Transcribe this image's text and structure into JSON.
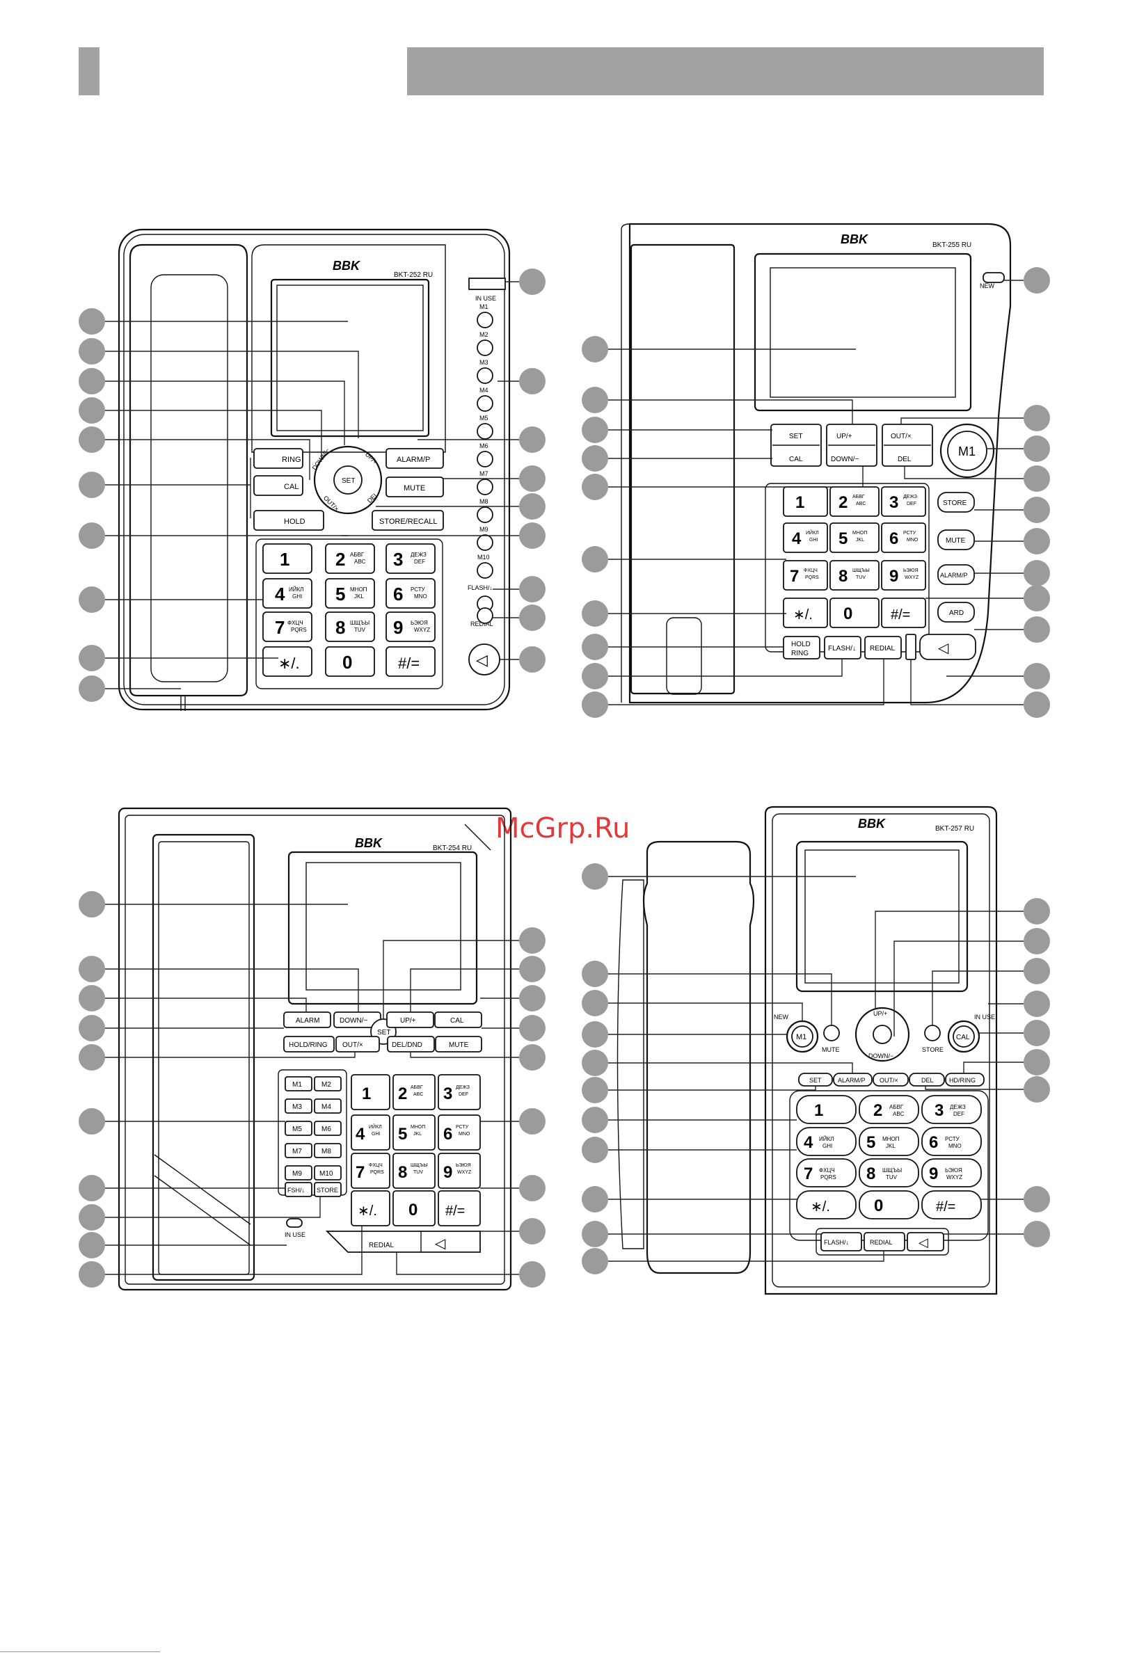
{
  "watermark": "McGrp.Ru",
  "keypad": {
    "k1": "1",
    "k2": "2",
    "k3": "3",
    "k4": "4",
    "k5": "5",
    "k6": "6",
    "k7": "7",
    "k8": "8",
    "k9": "9",
    "k0": "0",
    "l2": "АБВГ",
    "s2": "ABC",
    "l3": "ДЕЖЗ",
    "s3": "DEF",
    "l4": "ИЙКЛ",
    "s4": "GHI",
    "l5": "МНОП",
    "s5": "JKL",
    "l6": "РСТУ",
    "s6": "MNO",
    "l7": "ФХЦЧ",
    "s7": "PQRS",
    "l8": "ШЩЪЫ",
    "s8": "TUV",
    "l9": "ЬЭЮЯ",
    "s9": "WXYZ",
    "star": "∗/.",
    "hash": "#/="
  },
  "phones": {
    "bkt252": {
      "model": "BKT-252 RU",
      "brand": "BBK",
      "in_use": "IN USE",
      "memory": [
        "M1",
        "M2",
        "M3",
        "M4",
        "M5",
        "M6",
        "M7",
        "M8",
        "M9",
        "M10"
      ],
      "ring": "RING",
      "cal": "CAL",
      "hold": "HOLD",
      "down": "DOWN/−",
      "up": "UP/+",
      "out": "OUT/×",
      "del": "DEL",
      "set": "SET",
      "alarm": "ALARM/P",
      "mute": "MUTE",
      "store": "STORE/RECALL",
      "flash": "FLASH/↓",
      "redial": "REDIAL"
    },
    "bkt255": {
      "model": "BKT-255 RU",
      "brand": "BBK",
      "new": "NEW",
      "set": "SET",
      "up": "UP/+",
      "out": "OUT/×",
      "cal": "CAL",
      "down": "DOWN/−",
      "del": "DEL",
      "m1": "M1",
      "store": "STORE",
      "mute": "MUTE",
      "alarm": "ALARM/P",
      "ard": "ARD",
      "hold": "HOLD",
      "ring": "RING",
      "flash": "FLASH/↓",
      "redial": "REDIAL"
    },
    "bkt254": {
      "model": "BKT-254 RU",
      "brand": "BBK",
      "alarm": "ALARM",
      "down": "DOWN/−",
      "up": "UP/+",
      "cal": "CAL",
      "set": "SET",
      "hold": "HOLD/RING",
      "out": "OUT/×",
      "del": "DEL/DND",
      "mute": "MUTE",
      "memory": [
        "M1",
        "M2",
        "M3",
        "M4",
        "M5",
        "M6",
        "M7",
        "M8",
        "M9",
        "M10"
      ],
      "flash": "FSH/↓",
      "store": "STORE",
      "redial": "REDIAL",
      "in_use": "IN USE"
    },
    "bkt257": {
      "model": "BKT-257 RU",
      "brand": "BBK",
      "new": "NEW",
      "m1": "M1",
      "mute": "MUTE",
      "up": "UP/+",
      "down": "DOWN/−",
      "store": "STORE",
      "cal": "CAL",
      "in_use": "IN USE",
      "set": "SET",
      "alarm": "ALARM/P",
      "out": "OUT/×",
      "del": "DEL",
      "hd": "HD/RING",
      "flash": "FLASH/↓",
      "redial": "REDIAL"
    }
  }
}
